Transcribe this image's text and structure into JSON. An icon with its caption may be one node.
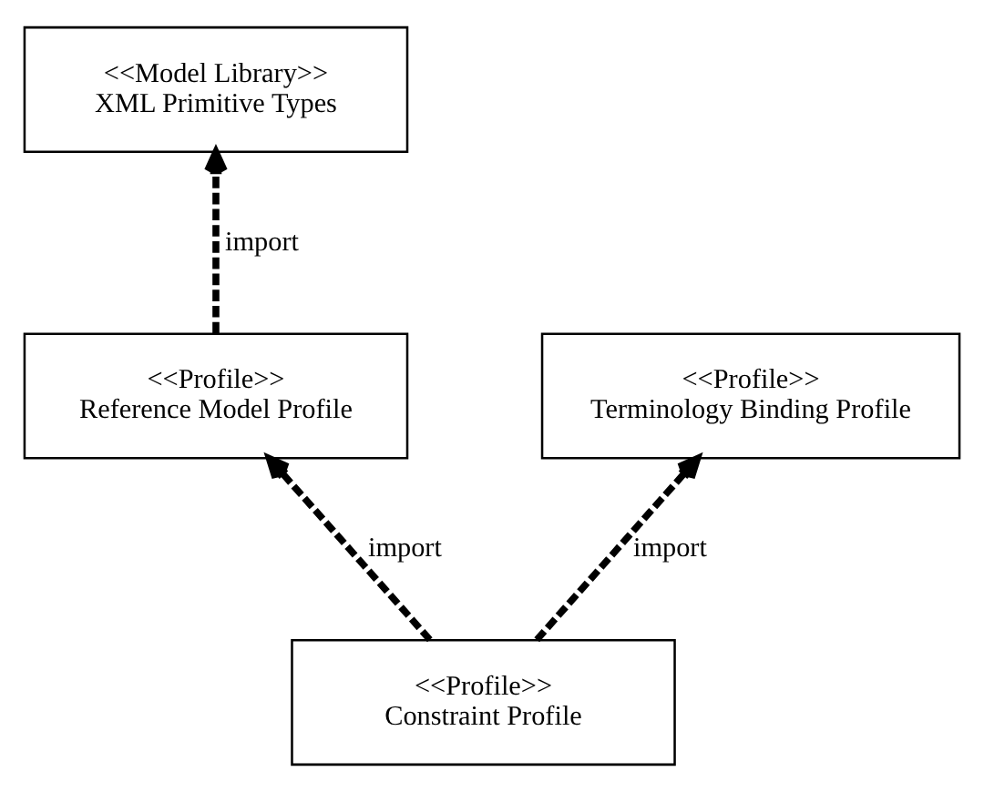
{
  "diagram": {
    "nodes": [
      {
        "text": [
          "<<Model Library>>",
          "XML Primitive Types"
        ]
      },
      {
        "text": [
          "<<Profile>>",
          "Reference Model Profile"
        ]
      },
      {
        "text": [
          "<<Profile>>",
          "Terminology Binding Profile"
        ]
      },
      {
        "text": [
          "<<Profile>>",
          "Constraint Profile"
        ]
      }
    ],
    "edges": [
      {
        "from": 1,
        "to": 0,
        "arrow": "to",
        "label": "import",
        "style": "dashed"
      },
      {
        "from": 3,
        "to": 1,
        "arrow": "to",
        "label": "import",
        "style": "dashed"
      },
      {
        "from": 3,
        "to": 2,
        "arrow": "to",
        "label": "import",
        "style": "dashed"
      }
    ]
  }
}
